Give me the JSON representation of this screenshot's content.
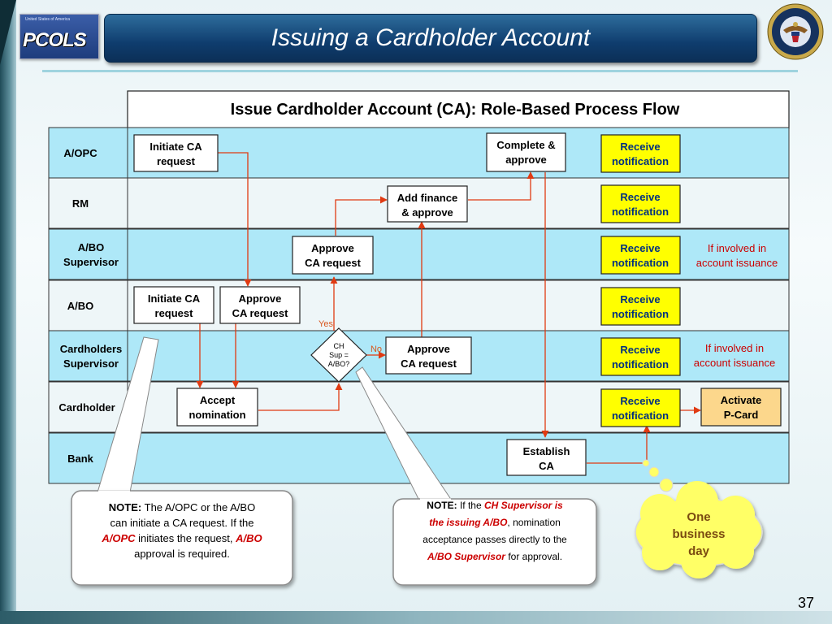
{
  "header": {
    "logo_small_text": "United States of America",
    "logo_text": "PCOLS",
    "title": "Issuing a Cardholder Account",
    "seal_label": "Department of Defense seal"
  },
  "flow": {
    "title": "Issue Cardholder Account (CA):  Role-Based Process Flow",
    "lanes": [
      {
        "id": "aopc",
        "label": [
          "A/OPC"
        ]
      },
      {
        "id": "rm",
        "label": [
          "RM"
        ]
      },
      {
        "id": "abo-sup",
        "label": [
          "A/BO",
          "Supervisor"
        ]
      },
      {
        "id": "abo",
        "label": [
          "A/BO"
        ]
      },
      {
        "id": "ch-sup",
        "label": [
          "Cardholders",
          "Supervisor"
        ]
      },
      {
        "id": "cardholder",
        "label": [
          "Cardholder"
        ]
      },
      {
        "id": "bank",
        "label": [
          "Bank"
        ]
      }
    ],
    "boxes": [
      {
        "id": "aopc-initiate",
        "lines": [
          "Initiate CA",
          "request"
        ],
        "style": "white"
      },
      {
        "id": "aopc-complete",
        "lines": [
          "Complete &",
          "approve"
        ],
        "style": "white"
      },
      {
        "id": "rm-add-finance",
        "lines": [
          "Add finance",
          "& approve"
        ],
        "style": "white"
      },
      {
        "id": "abosup-approve",
        "lines": [
          "Approve",
          "CA request"
        ],
        "style": "white"
      },
      {
        "id": "abo-initiate",
        "lines": [
          "Initiate CA",
          "request"
        ],
        "style": "white"
      },
      {
        "id": "abo-approve",
        "lines": [
          "Approve",
          "CA request"
        ],
        "style": "white"
      },
      {
        "id": "chsup-approve",
        "lines": [
          "Approve",
          "CA request"
        ],
        "style": "white"
      },
      {
        "id": "ch-accept",
        "lines": [
          "Accept",
          "nomination"
        ],
        "style": "white"
      },
      {
        "id": "bank-establish",
        "lines": [
          "Establish",
          "CA"
        ],
        "style": "white"
      },
      {
        "id": "ch-activate",
        "lines": [
          "Activate",
          "P-Card"
        ],
        "style": "orange"
      }
    ],
    "notifications": [
      "Receive",
      "notification"
    ],
    "decision": {
      "lines": [
        "CH",
        "Sup =",
        "A/BO?"
      ],
      "yes": "Yes",
      "no": "No"
    },
    "side_notes": [
      "If involved in",
      "account issuance"
    ],
    "note_left": {
      "prefix": "NOTE:",
      "t1": " The A/OPC or the A/BO",
      "t2": "can initiate a CA request. If the",
      "t3_red": "A/OPC",
      "t3": " initiates the request, ",
      "t3_red2": "A/BO",
      "t4": "approval is required."
    },
    "note_mid": {
      "prefix": "NOTE:",
      "t1": "  If the ",
      "t1_red": "CH Supervisor is",
      "t2_red": "the issuing A/BO",
      "t2": ", nomination",
      "t3": "acceptance passes directly to the",
      "t4_red": "A/BO Supervisor",
      "t4": " for approval."
    },
    "cloud": [
      "One",
      "business",
      "day"
    ]
  },
  "colors": {
    "lane_blue": "#aee8f8",
    "lane_white": "#eef6f8",
    "notify_yellow": "#ffff00",
    "activate_orange": "#fcd78c",
    "arrow_red": "#e03a12",
    "note_red": "#cc0000",
    "title_bar": "#0f3d6e"
  },
  "page_number": "37"
}
